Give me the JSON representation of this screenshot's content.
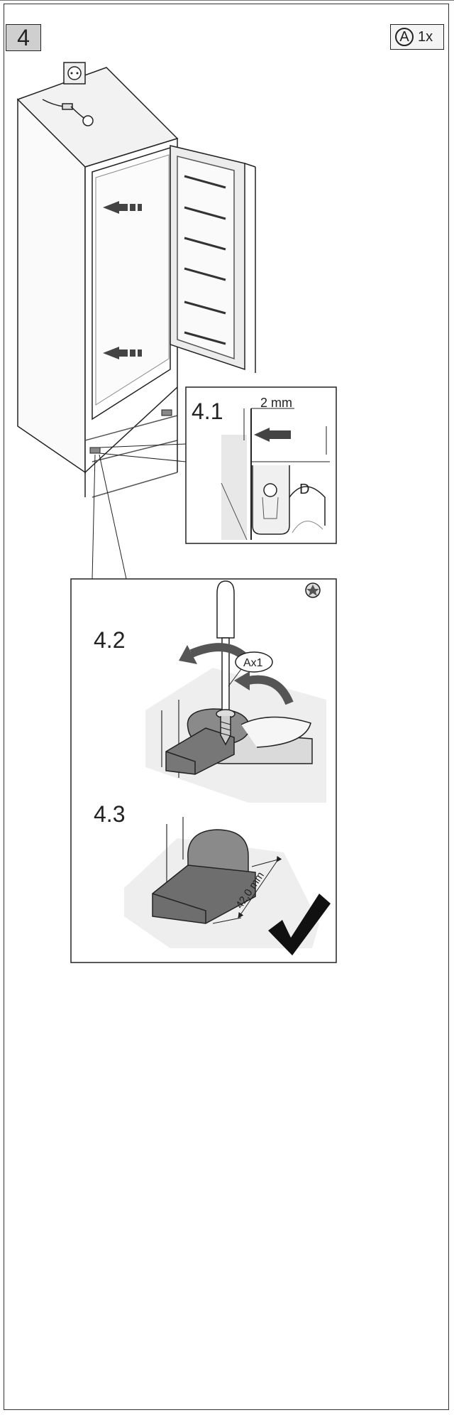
{
  "step": {
    "number": "4"
  },
  "parts": {
    "letter": "A",
    "quantity": "1x"
  },
  "detail_4_1": {
    "label": "4.1",
    "dimension": "2 mm",
    "marking": "D"
  },
  "detail_4_2": {
    "label": "4.2",
    "part_tag": "Ax1",
    "tool_icon": "torx-icon"
  },
  "detail_4_3": {
    "label": "4.3",
    "dimension": "42,0 mm"
  },
  "icons": [
    "power-socket-icon",
    "plug-icon",
    "arrow-icon",
    "rotate-arrow-icon",
    "screwdriver-icon",
    "screw-icon",
    "torx-icon",
    "checkmark-icon"
  ],
  "colors": {
    "outline": "#222222",
    "grey_fill": "#cfcfcf",
    "dark_part": "#6e6e6e",
    "light_panel": "#f0f0f0"
  }
}
